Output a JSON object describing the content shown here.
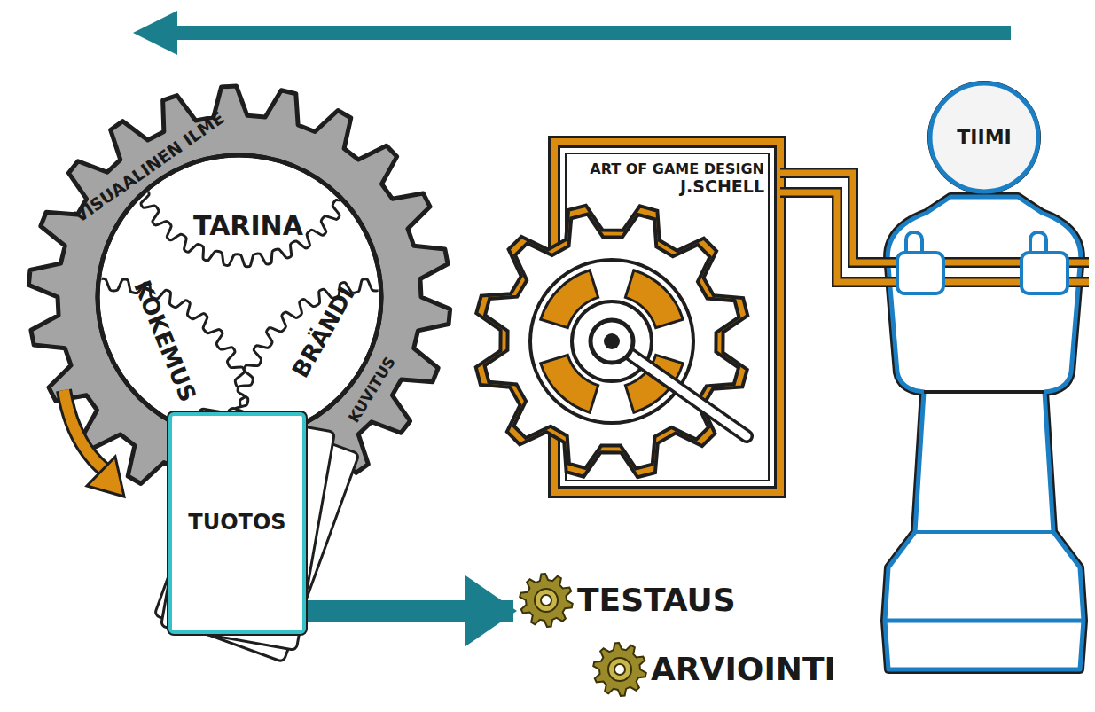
{
  "diagram": {
    "nodes": [
      {
        "text": [
          "VISUAALINEN ILME",
          "KUVITUS"
        ]
      },
      {
        "text": [
          "TARINA"
        ],
        "in": 0
      },
      {
        "text": [
          "KOKEMUS"
        ],
        "in": 0
      },
      {
        "text": [
          "BRÄNDI"
        ],
        "in": 0
      },
      {
        "text": [
          "ART OF GAME DESIGN",
          "J.SCHELL"
        ]
      },
      {
        "text": [
          "TIIMI"
        ]
      },
      {
        "text": [
          "TUOTOS"
        ]
      },
      {
        "text": [
          "TESTAUS"
        ]
      },
      {
        "text": [
          "ARVIOINTI"
        ]
      }
    ],
    "edges": [
      {
        "from": 6,
        "to": 7,
        "arrow": "to"
      }
    ]
  }
}
